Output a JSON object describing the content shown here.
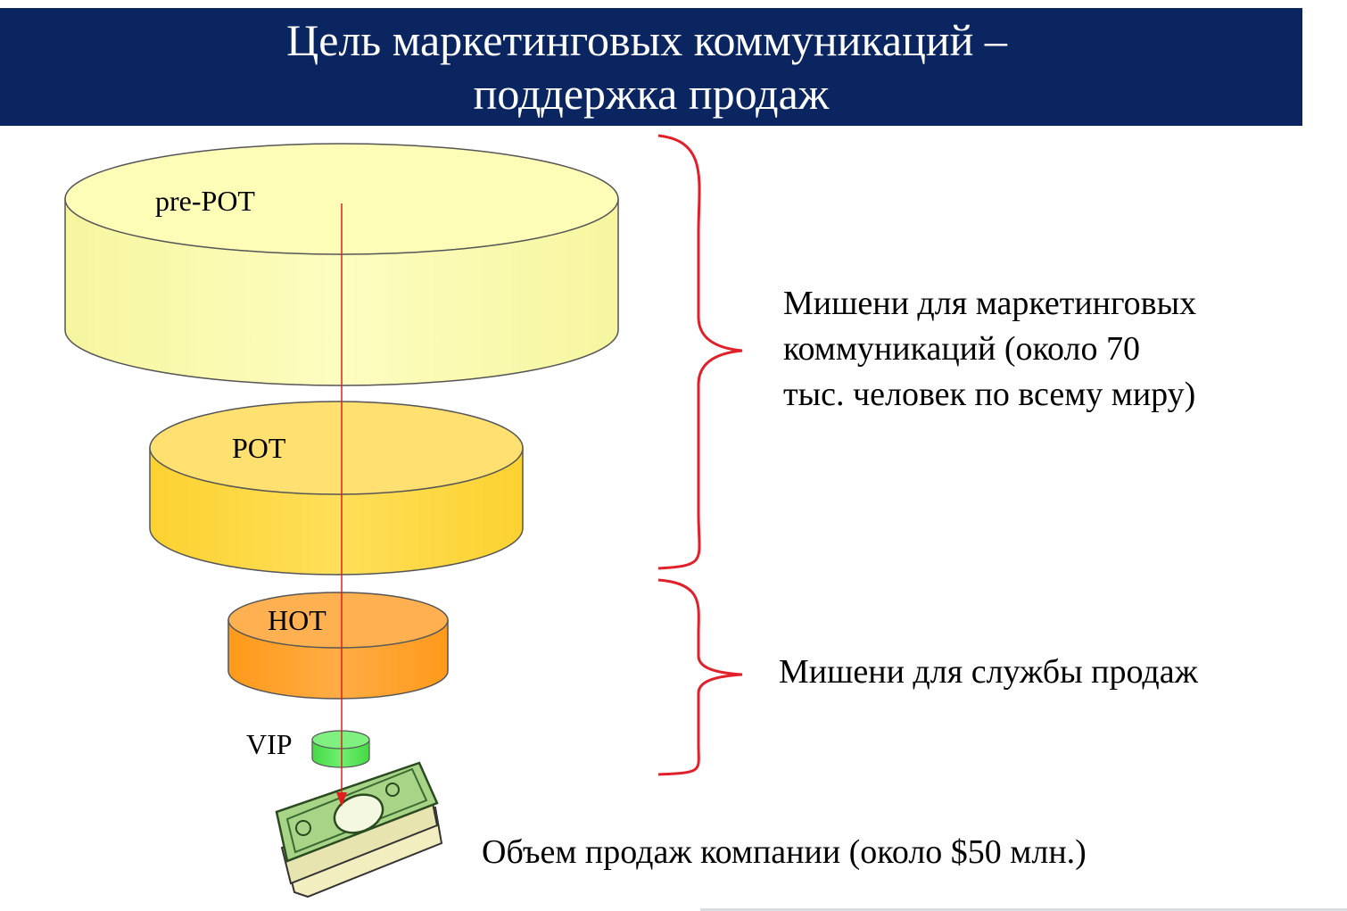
{
  "title": {
    "line1": "Цель маркетинговых коммуникаций –",
    "line2": "поддержка продаж"
  },
  "tiers": {
    "prepot": "pre-POT",
    "pot": "POT",
    "hot": "HOT",
    "vip": "VIP"
  },
  "annotations": {
    "marketing_line1": "Мишени для маркетинговых",
    "marketing_line2": "коммуникаций (около 70",
    "marketing_line3": "тыс. человек по всему миру)",
    "sales": "Мишени для службы продаж",
    "revenue": "Объем продаж компании (около $50 млн.)"
  },
  "colors": {
    "title_bg": "#0a2560",
    "prepot": "#fdfdb0",
    "pot": "#ffd93a",
    "hot": "#ffa030",
    "vip": "#55e855",
    "bracket": "#e0202a",
    "arrow": "#e02020"
  }
}
